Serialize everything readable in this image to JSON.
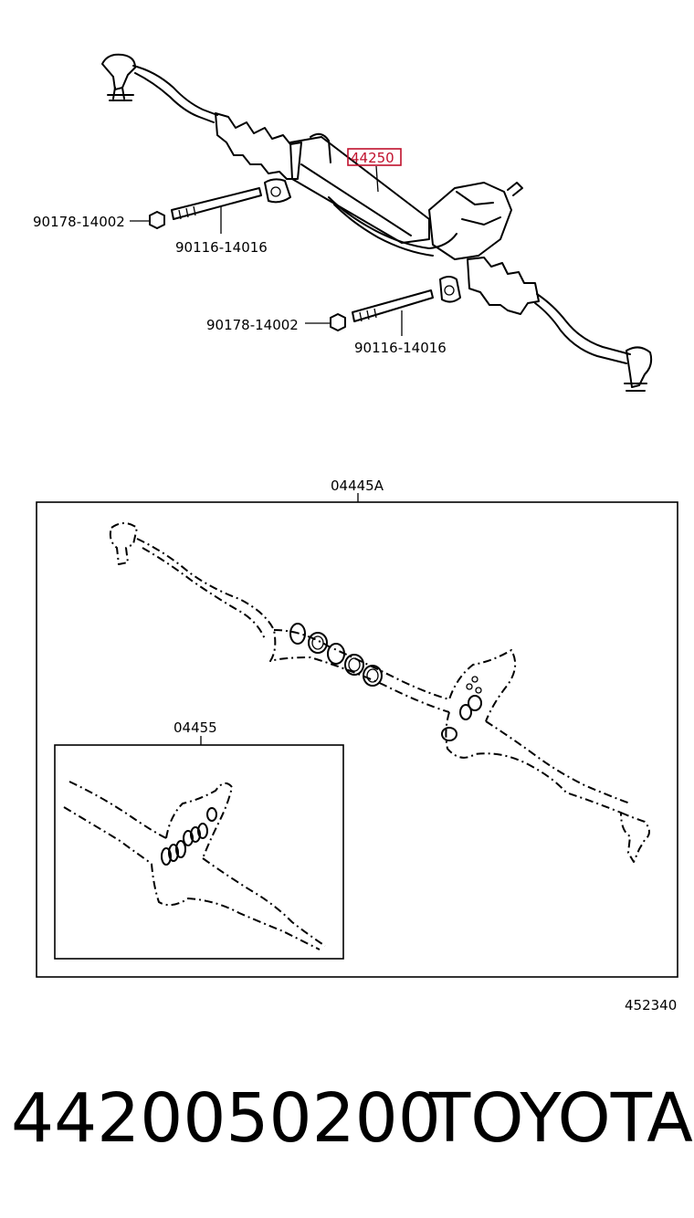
{
  "diagram": {
    "callouts": {
      "ref_part": "44250",
      "nut_upper": "90178-14002",
      "bolt_upper": "90116-14016",
      "nut_lower": "90178-14002",
      "bolt_lower": "90116-14016",
      "kit_main": "04445A",
      "kit_sub": "04455",
      "illustration_no": "452340"
    },
    "colors": {
      "highlight": "#c0102c",
      "line": "#000000"
    }
  },
  "footer": {
    "part_number": "4420050200",
    "brand": "TOYOTA"
  }
}
